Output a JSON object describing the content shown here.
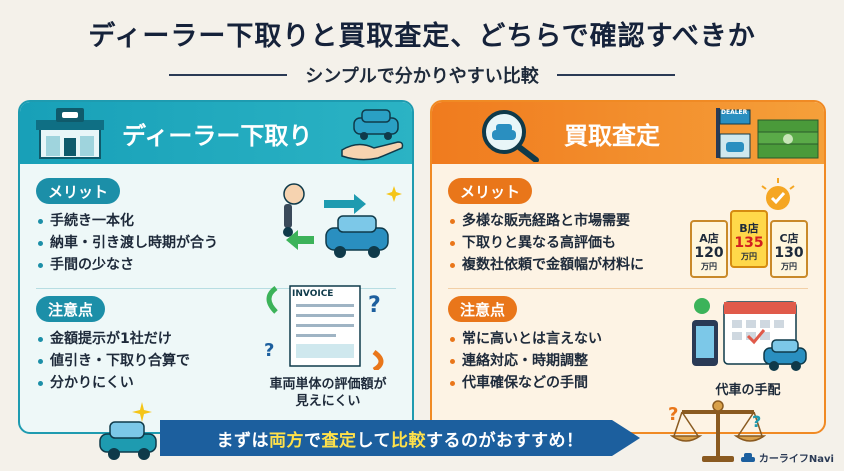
{
  "header": {
    "title": "ディーラー下取りと買取査定、どちらで確認すべきか",
    "subtitle": "シンプルで分かりやすい比較"
  },
  "left": {
    "title": "ディーラー下取り",
    "merit_label": "メリット",
    "merits": [
      "手続き一本化",
      "納車・引き渡し時期が合う",
      "手間の少なさ"
    ],
    "caution_label": "注意点",
    "cautions": [
      "金額提示が1社だけ",
      "値引き・下取り合算で",
      "分かりにくい"
    ],
    "invoice_label": "INVOICE",
    "caption_line1": "車両単体の評価額が",
    "caption_line2": "見えにくい"
  },
  "right": {
    "title": "買取査定",
    "dealer_sign": "DEALER",
    "merit_label": "メリット",
    "merits": [
      "多様な販売経路と市場需要",
      "下取りと異なる高評価も",
      "複数社依頼で金額幅が材料に"
    ],
    "caution_label": "注意点",
    "cautions": [
      "常に高いとは言えない",
      "連絡対応・時期調整",
      "代車確保などの手間"
    ],
    "tags": [
      {
        "name": "A店",
        "price": "120",
        "unit": "万円"
      },
      {
        "name": "B店",
        "price": "135",
        "unit": "万円"
      },
      {
        "name": "C店",
        "price": "130",
        "unit": "万円"
      }
    ],
    "caption": "代車の手配"
  },
  "banner": {
    "part1": "まずは",
    "hl1": "両方",
    "part2": "で",
    "hl2": "査定",
    "part3": "して",
    "hl3": "比較",
    "part4": "するのがおすすめ！"
  },
  "credit": "カーライフNavi",
  "colors": {
    "teal": "#1e9bb0",
    "orange": "#f08a24",
    "navy": "#15223a",
    "banner": "#1c5f9e"
  }
}
